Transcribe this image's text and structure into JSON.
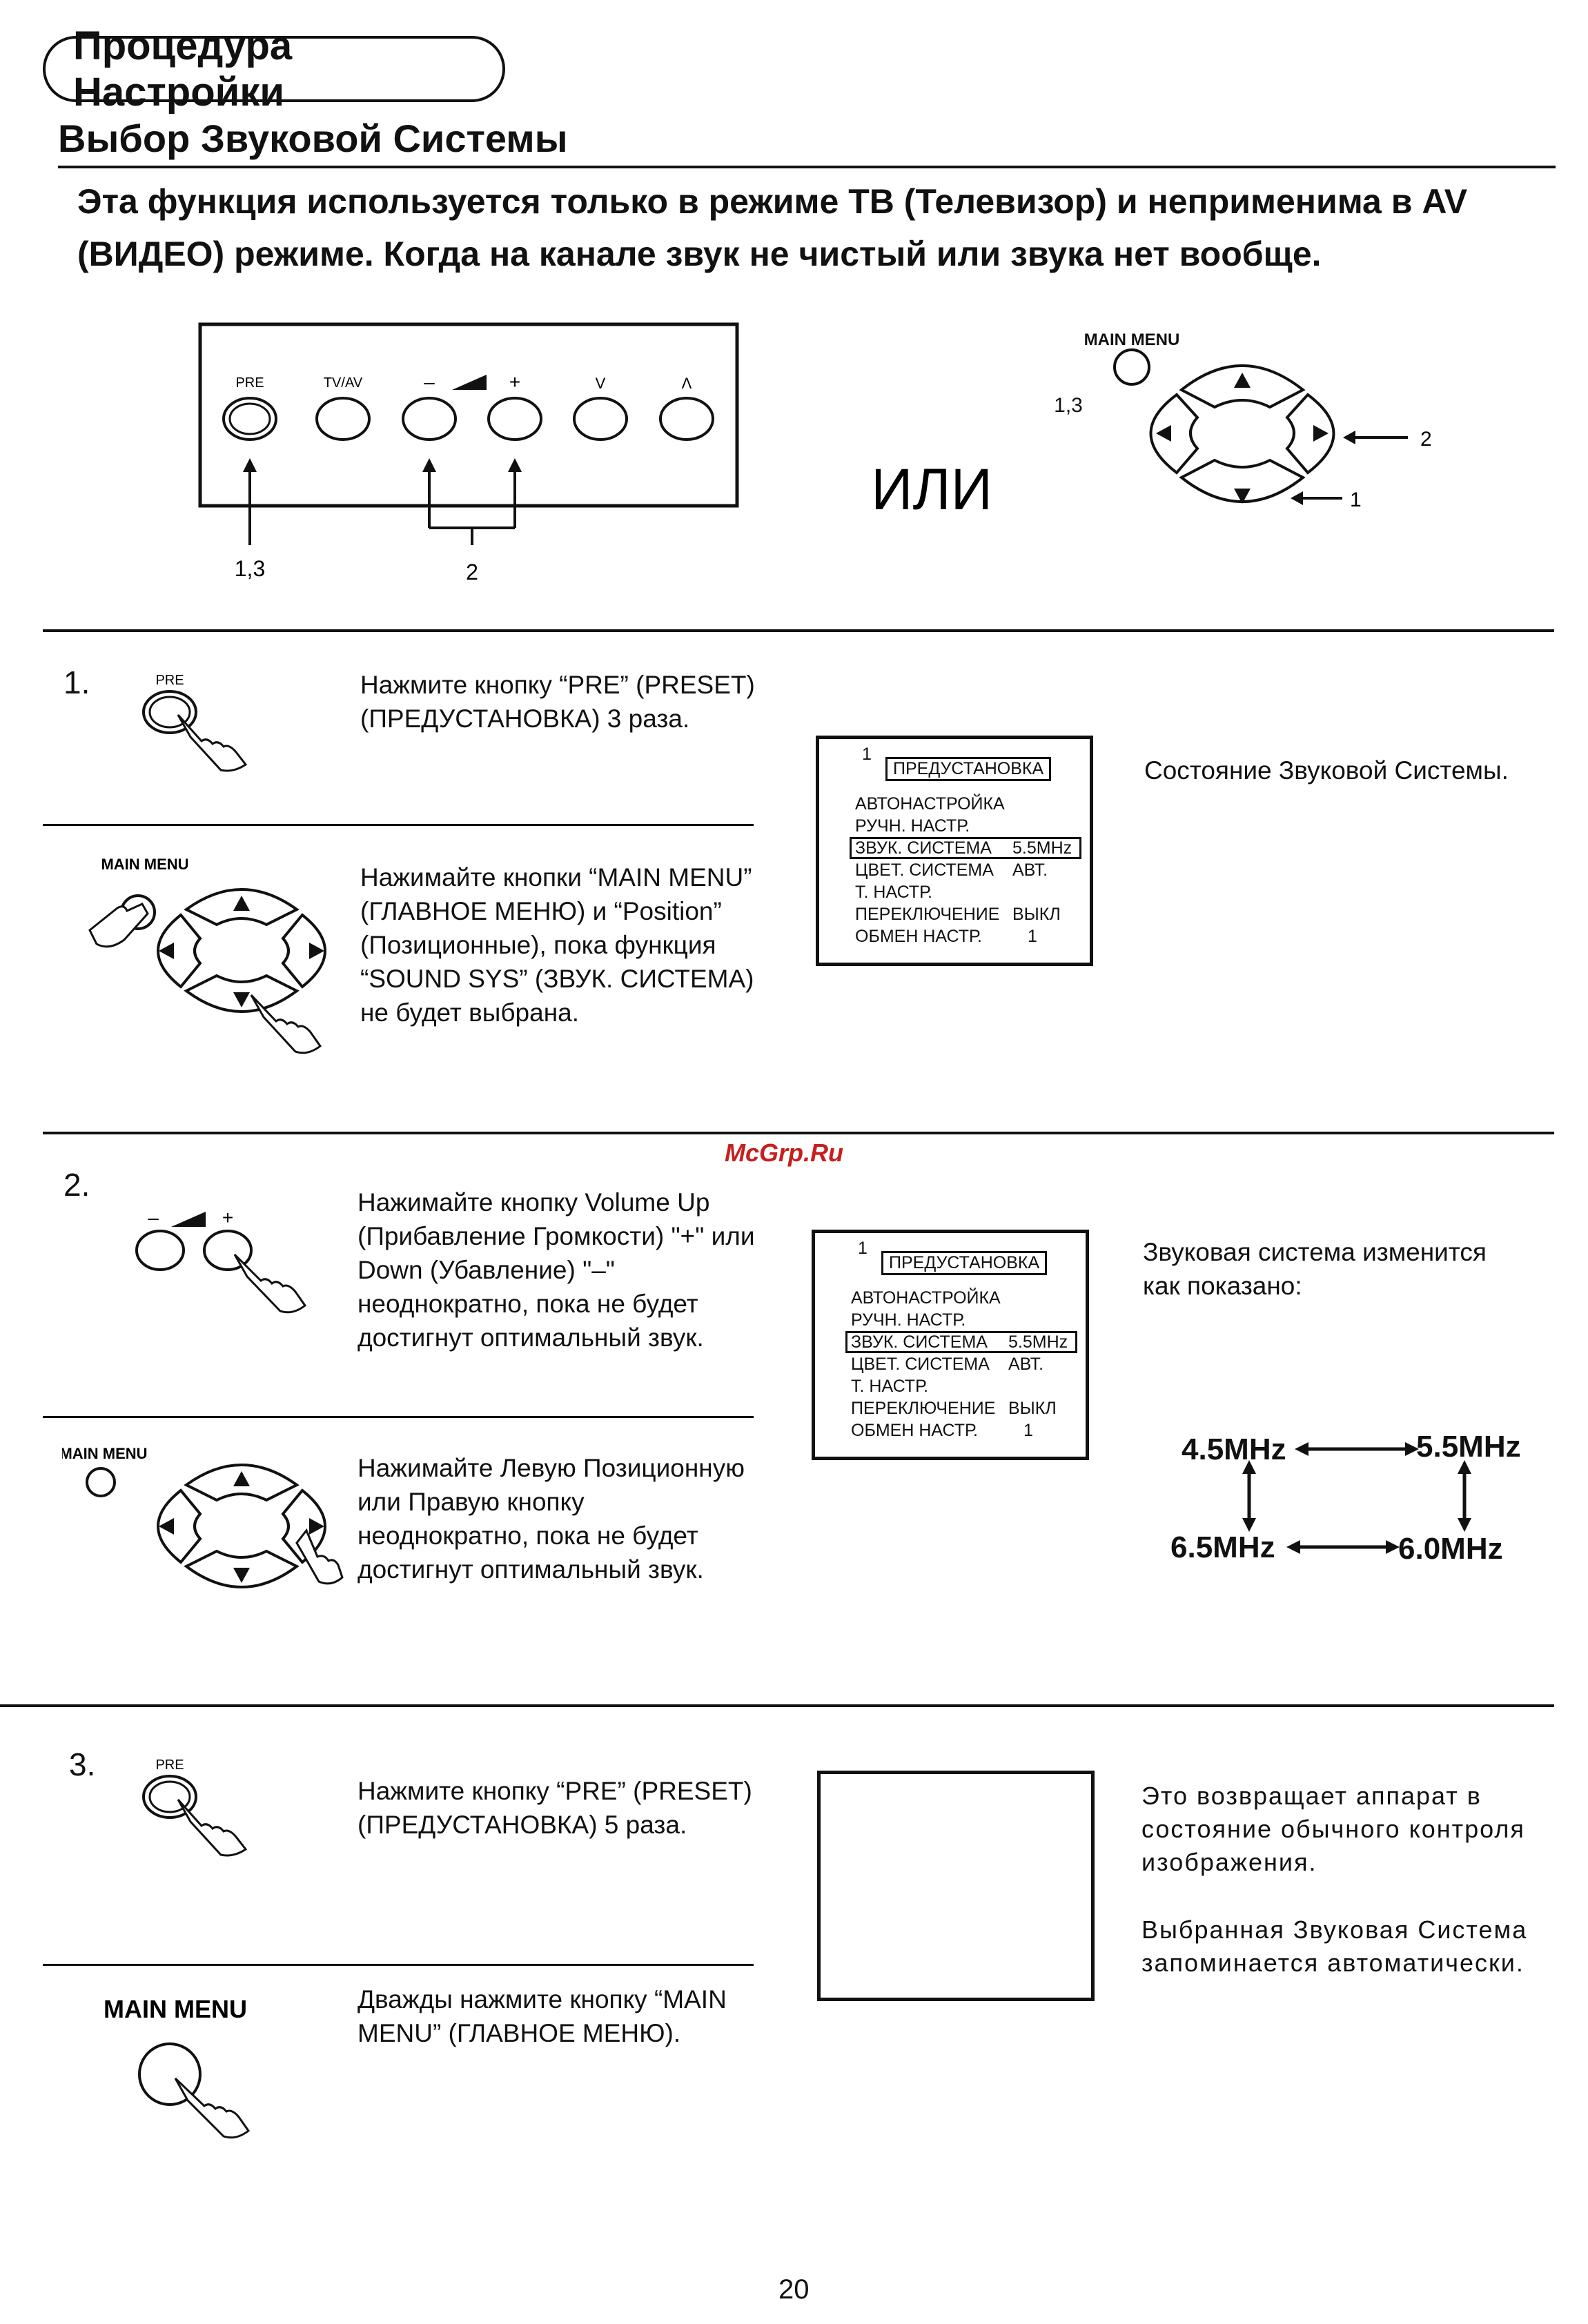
{
  "header": {
    "title": "Процедура Настройки",
    "subtitle": "Выбор Звуковой Системы",
    "intro": "Эта функция используется только в режиме ТВ (Телевизор) и неприменима в AV (ВИДЕО) режиме. Когда на канале звук не чистый или звука нет вообще."
  },
  "panel": {
    "buttons": [
      "PRE",
      "TV/AV",
      "–",
      "+",
      "V",
      "Λ"
    ],
    "callout_left": "1,3",
    "callout_right": "2",
    "or_label": "ИЛИ"
  },
  "remote": {
    "main_menu_label": "MAIN MENU",
    "callout_main": "1,3",
    "callout_right": "2",
    "callout_down": "1"
  },
  "steps": [
    {
      "number": "1.",
      "instruction_a": "Нажмите кнопку “PRE” (PRESET) (ПРЕДУСТАНОВКА) 3 раза.",
      "instruction_b": "Нажимайте кнопки “MAIN MENU” (ГЛАВНОЕ МЕНЮ) и “Position” (Позиционные), пока функция “SOUND SYS” (ЗВУК. СИСТЕМА) не будет выбрана.",
      "note": "Состояние Звуковой Системы."
    },
    {
      "number": "2.",
      "instruction_a": "Нажимайте кнопку Volume Up (Прибавление Громкости) \"+\" или Down (Убавление) \"–\" неоднократно, пока не будет достигнут оптимальный звук.",
      "instruction_b": "Нажимайте Левую Позиционную или Правую кнопку неоднократно, пока не будет достигнут оптимальный звук.",
      "note": "Звуковая система изменится как показано:"
    },
    {
      "number": "3.",
      "instruction_a": "Нажмите кнопку “PRE” (PRESET) (ПРЕДУСТАНОВКА) 5 раза.",
      "instruction_b": "Дважды нажмите кнопку “MAIN MENU” (ГЛАВНОЕ МЕНЮ).",
      "note_1": "Это возвращает аппарат в состояние обычного контроля изображения.",
      "note_2": "Выбранная Звуковая Система запоминается автоматически."
    }
  ],
  "osd_menu": {
    "channel": "1",
    "title": "ПРЕДУСТАНОВКА",
    "items": [
      {
        "label": "АВТОНАСТРОЙКА",
        "value": ""
      },
      {
        "label": "РУЧН. НАСТР.",
        "value": ""
      },
      {
        "label": "ЗВУК. СИСТЕМА",
        "value": "5.5MHz"
      },
      {
        "label": "ЦВЕТ. СИСТЕМА",
        "value": "АВТ."
      },
      {
        "label": "Т. НАСТР.",
        "value": ""
      },
      {
        "label": "ПЕРЕКЛЮЧЕНИЕ",
        "value": "ВЫКЛ"
      },
      {
        "label": "ОБМЕН НАСТР.",
        "value": "1"
      }
    ]
  },
  "frequency_cycle": [
    "4.5MHz",
    "5.5MHz",
    "6.0MHz",
    "6.5MHz"
  ],
  "small_labels": {
    "pre": "PRE",
    "main_menu": "MAIN MENU",
    "minus": "–",
    "plus": "+"
  },
  "watermark": "McGrp.Ru",
  "page_number": "20"
}
